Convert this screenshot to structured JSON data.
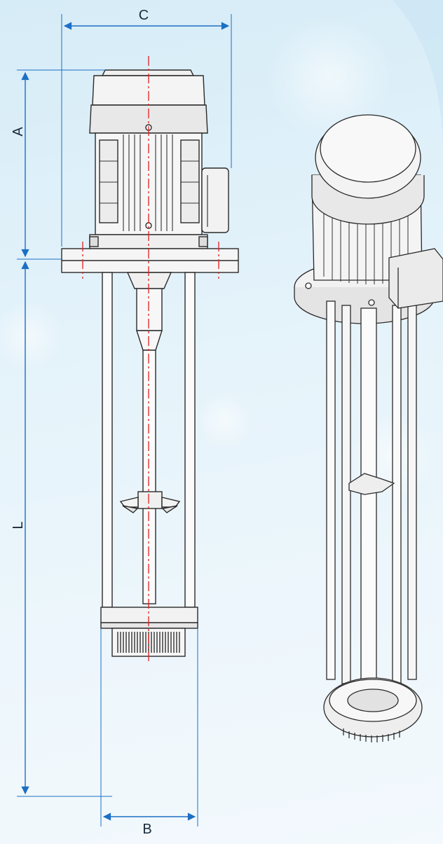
{
  "dimensions": {
    "A": "A",
    "B": "B",
    "C": "C",
    "L": "L"
  },
  "colors": {
    "background_top": "#d6ecf7",
    "background_bottom": "#f3f9fd",
    "dimension_arrows": "#1c6fc4",
    "centerline": "#e02020",
    "outline": "#2a2a2a"
  }
}
